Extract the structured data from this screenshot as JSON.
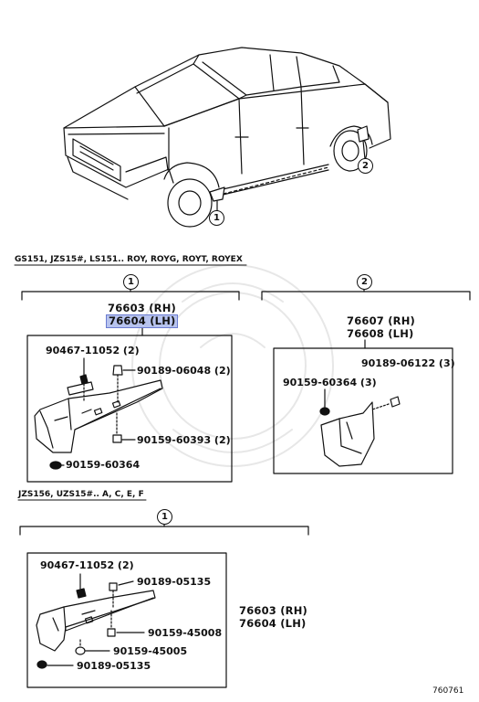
{
  "sections": {
    "top_applicability": "GS151, JZS15#, LS151.. ROY, ROYG, ROYT, ROYEX",
    "bottom_applicability": "JZS156, UZS15#.. A, C, E, F"
  },
  "callouts": {
    "c1": "1",
    "c2": "2"
  },
  "parts": {
    "rh_76603": "76603 (RH)",
    "lh_76604": "76604 (LH)",
    "rh_76607": "76607 (RH)",
    "lh_76608": "76608 (LH)",
    "p_90467_11052": "90467-11052 (2)",
    "p_90189_06048": "90189-06048 (2)",
    "p_90159_60393": "90159-60393 (2)",
    "p_90159_60364": "90159-60364",
    "p_90159_60364_3": "90159-60364 (3)",
    "p_90189_06122": "90189-06122 (3)",
    "p_90189_05135": "90189-05135",
    "p_90159_45008": "90159-45008",
    "p_90159_45005": "90159-45005"
  },
  "footer": {
    "figure_id": "760761"
  },
  "colors": {
    "highlight": "#b7c3ee",
    "line": "#111111"
  }
}
